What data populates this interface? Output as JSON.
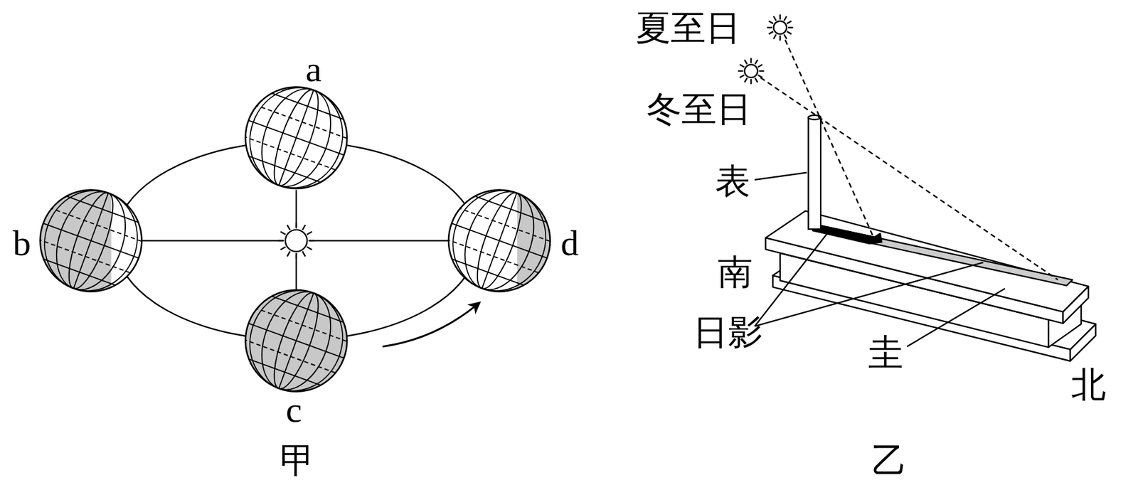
{
  "diagram": {
    "labels": [
      "a",
      "b",
      "d",
      "c",
      "甲",
      "夏至日",
      "冬至日",
      "表",
      "南",
      "日影",
      "圭",
      "北",
      "乙"
    ]
  }
}
